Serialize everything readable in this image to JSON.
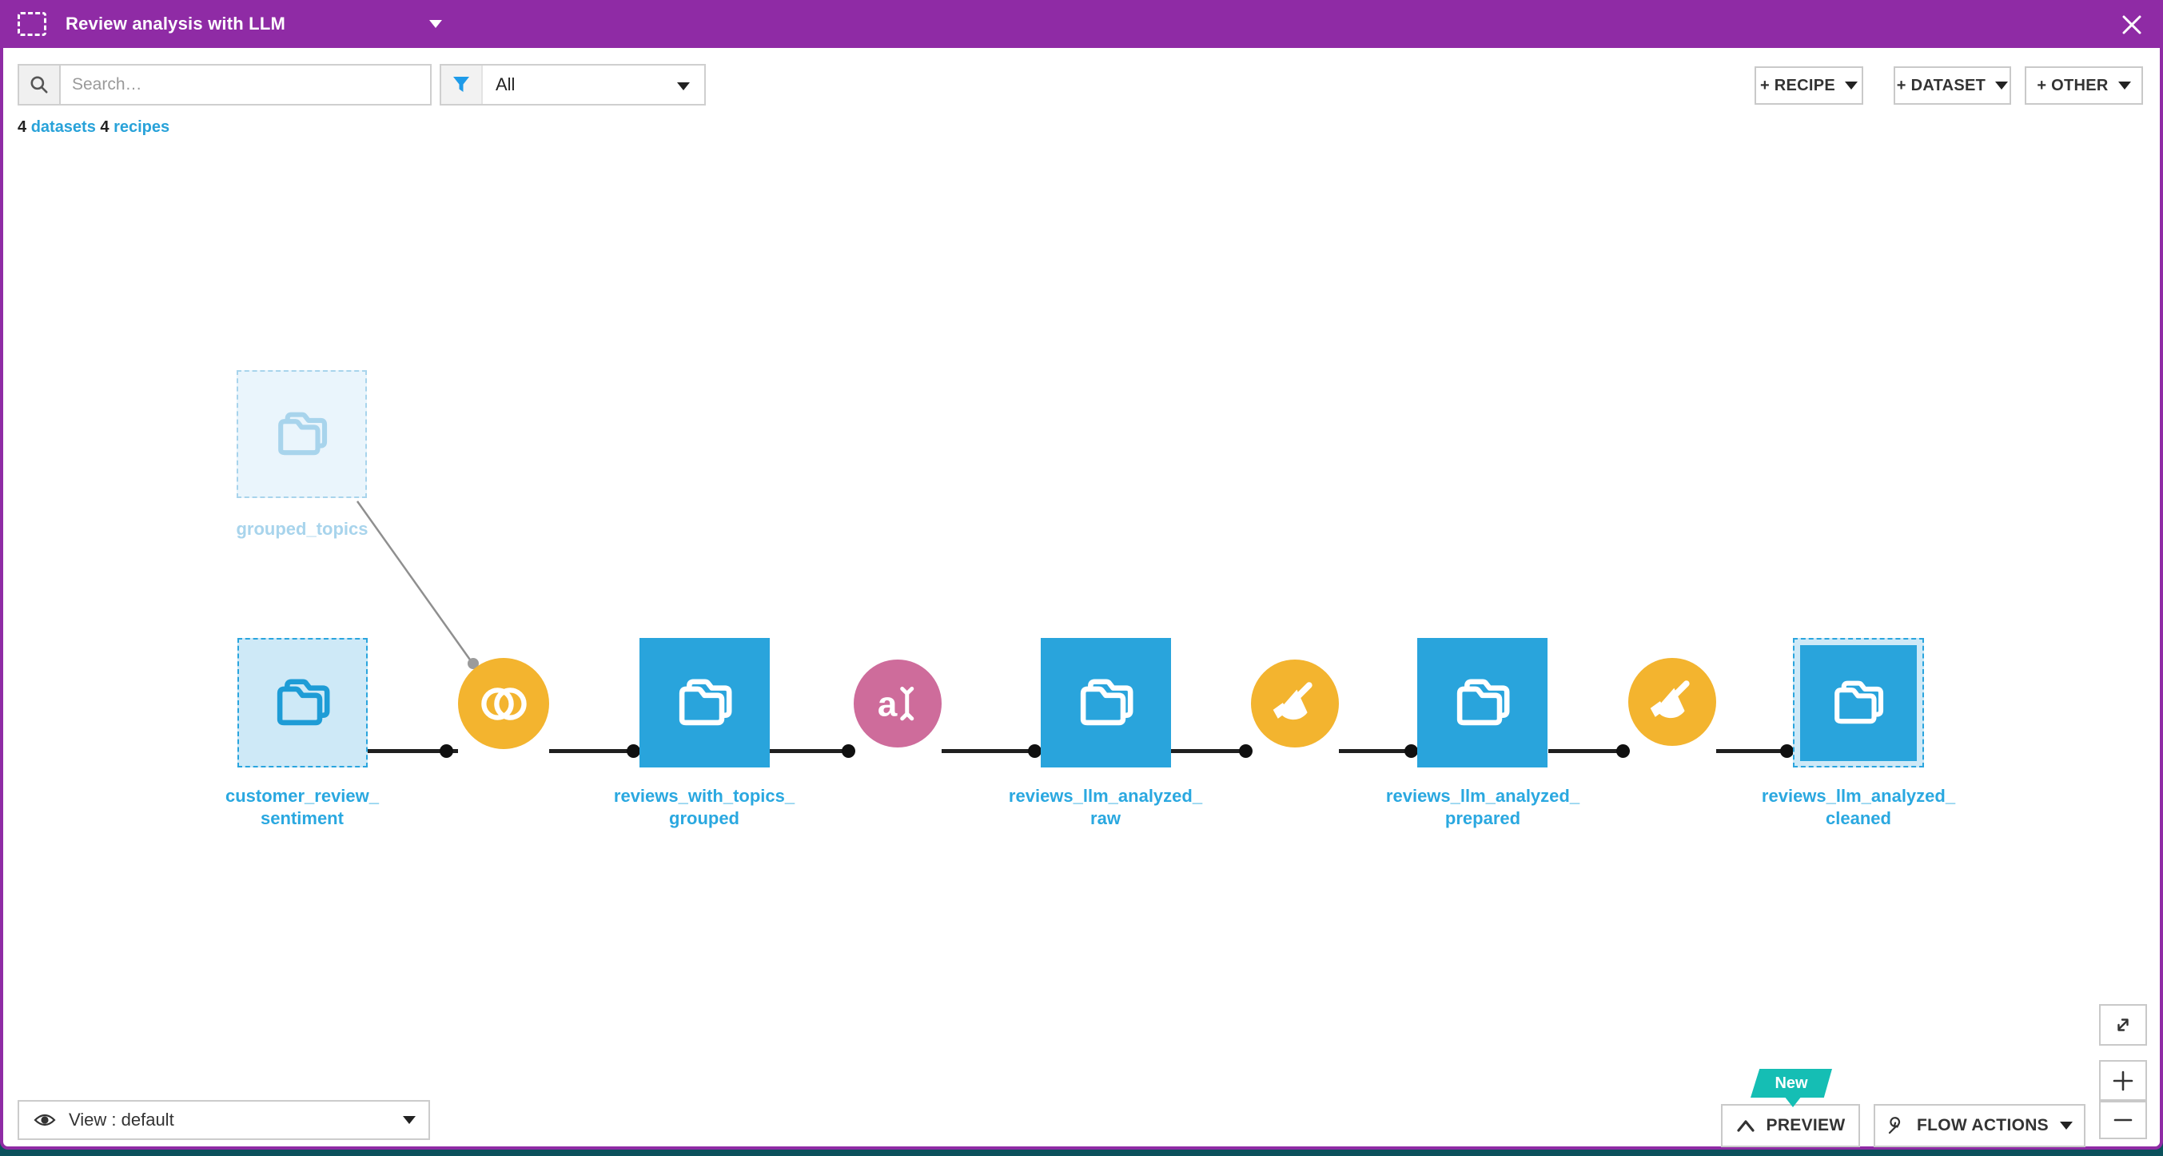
{
  "window": {
    "title": "Review analysis with LLM"
  },
  "toolbar": {
    "search_placeholder": "Search…",
    "filter_value": "All",
    "add_recipe_label": "+ RECIPE",
    "add_dataset_label": "+ DATASET",
    "add_other_label": "+ OTHER",
    "counts": {
      "datasets_count": "4",
      "datasets_label": "datasets",
      "recipes_count": "4",
      "recipes_label": "recipes"
    }
  },
  "flow": {
    "ghost_dataset": {
      "name": "grouped_topics"
    },
    "datasets": [
      {
        "name_line1": "customer_review_",
        "name_line2": "sentiment",
        "state": "selected"
      },
      {
        "name_line1": "reviews_with_topics_",
        "name_line2": "grouped",
        "state": "normal"
      },
      {
        "name_line1": "reviews_llm_analyzed_",
        "name_line2": "raw",
        "state": "normal"
      },
      {
        "name_line1": "reviews_llm_analyzed_",
        "name_line2": "prepared",
        "state": "normal"
      },
      {
        "name_line1": "reviews_llm_analyzed_",
        "name_line2": "cleaned",
        "state": "selected"
      }
    ],
    "recipes": [
      {
        "type": "join"
      },
      {
        "type": "llm-text"
      },
      {
        "type": "prepare"
      },
      {
        "type": "prepare"
      }
    ]
  },
  "footer": {
    "view_selector_value": "View : default",
    "preview_label": "PREVIEW",
    "new_badge": "New",
    "flow_actions_label": "FLOW ACTIONS"
  },
  "colors": {
    "header_purple": "#8F2BA5",
    "dataset_blue": "#29A4DC",
    "label_blue": "#2AA8E0",
    "selection_light_blue": "#CEE9F7",
    "ghost_blue": "#A8D4EC",
    "recipe_orange": "#F3B42F",
    "recipe_pink": "#CE6C9B",
    "badge_teal": "#15BEB4",
    "funnel_blue": "#1E9BE9"
  }
}
